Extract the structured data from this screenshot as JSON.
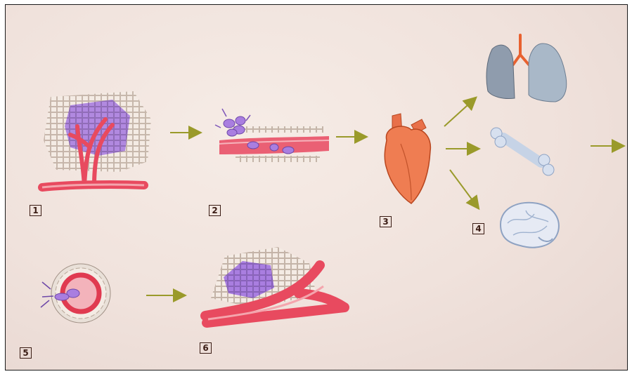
{
  "steps": [
    {
      "id": "1",
      "label": "1"
    },
    {
      "id": "2",
      "label": "2"
    },
    {
      "id": "3",
      "label": "3"
    },
    {
      "id": "4",
      "label": "4"
    },
    {
      "id": "5",
      "label": "5"
    },
    {
      "id": "6",
      "label": "6"
    }
  ],
  "colors": {
    "paper": "#f2e6e0",
    "vessel": "#e84a5f",
    "tumor_cells": "#9b6fd6",
    "normal_cells": "#b9a89a",
    "heart": "#e8704a",
    "lungs": "#8f9cad",
    "bone": "#c6d3e6",
    "brain": "#9fb2cf",
    "arrow": "#9a9a2a",
    "label_ink": "#3a1c14"
  },
  "icons": [
    "tumor-with-vessels-icon",
    "intravasation-icon",
    "heart-icon",
    "lungs-icon",
    "bone-icon",
    "brain-icon",
    "extravasation-icon",
    "micrometastasis-icon"
  ]
}
